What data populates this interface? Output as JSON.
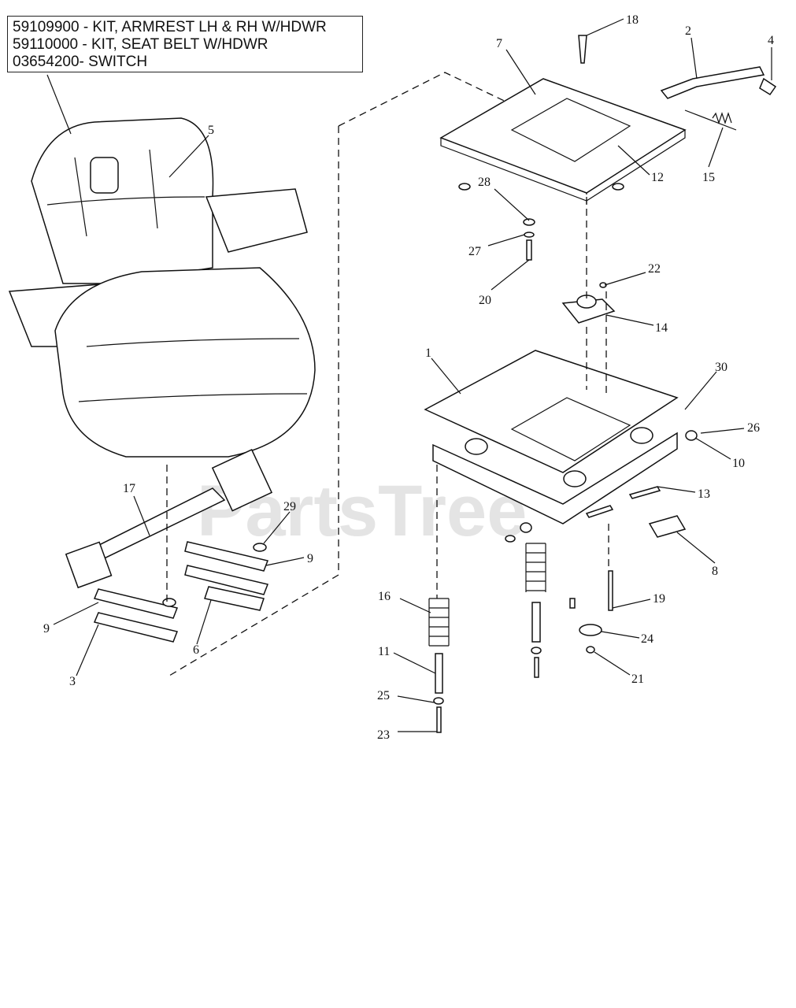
{
  "kit_lines": [
    "59109900 - KIT, ARMREST LH & RH W/HDWR",
    "59110000 - KIT, SEAT BELT W/HDWR",
    "03654200- SWITCH"
  ],
  "watermark": "PartsTree",
  "callouts": {
    "c1": "1",
    "c2": "2",
    "c3": "3",
    "c4": "4",
    "c5": "5",
    "c6": "6",
    "c7": "7",
    "c8": "8",
    "c9a": "9",
    "c9b": "9",
    "c10": "10",
    "c11": "11",
    "c12": "12",
    "c13": "13",
    "c14": "14",
    "c15": "15",
    "c16": "16",
    "c17": "17",
    "c18": "18",
    "c19": "19",
    "c20": "20",
    "c21": "21",
    "c22": "22",
    "c23": "23",
    "c24": "24",
    "c25": "25",
    "c26": "26",
    "c27": "27",
    "c28": "28",
    "c29": "29",
    "c30": "30"
  }
}
